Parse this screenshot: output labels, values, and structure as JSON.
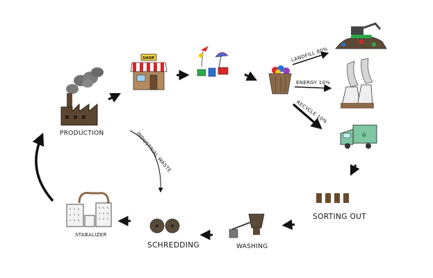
{
  "diagram": {
    "nodes": {
      "production": {
        "label": "PRODUCTION"
      },
      "shop": {
        "sign": "SHOP"
      },
      "sorting": {
        "label": "SORTING OUT"
      },
      "washing": {
        "label": "WASHING"
      },
      "shredding": {
        "label": "SCHREDDING"
      },
      "stabilizer": {
        "label": "STABALIZER"
      }
    },
    "edges": {
      "industrial_waste": {
        "label": "INDUSTRIAL WASTE"
      },
      "landfill": {
        "label": "LANDFILL 80%"
      },
      "energy": {
        "label": "ENERGY 10%"
      },
      "recycle": {
        "label": "RECYCLE 10%"
      }
    }
  }
}
